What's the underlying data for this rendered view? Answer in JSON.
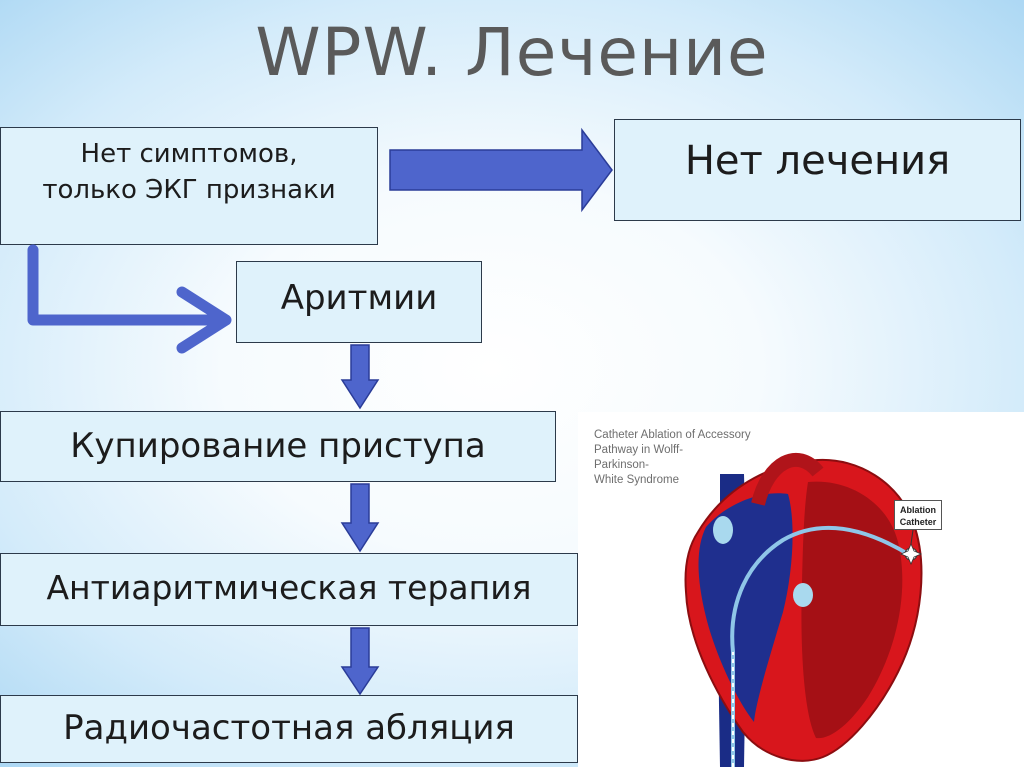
{
  "title": "WPW. Лечение",
  "boxes": {
    "no_symptoms": {
      "line1": "Нет симптомов,",
      "line2": "только ЭКГ признаки"
    },
    "no_treatment": "Нет лечения",
    "arrhythmias": "Аритмии",
    "attack_relief": "Купирование приступа",
    "antiarrhythmic": "Антиаритмическая терапия",
    "rf_ablation": "Радиочастотная абляция"
  },
  "illustration": {
    "caption_line1": "Catheter Ablation of Accessory",
    "caption_line2": "Pathway in Wolff-",
    "caption_line3": "Parkinson-",
    "caption_line4": "White Syndrome",
    "tag_line1": "Ablation",
    "tag_line2": "Catheter"
  },
  "colors": {
    "arrow_fill": "#4e65cc",
    "box_fill": "#dff2fb",
    "heart_red": "#d8161c",
    "heart_blue": "#1a2c86"
  }
}
